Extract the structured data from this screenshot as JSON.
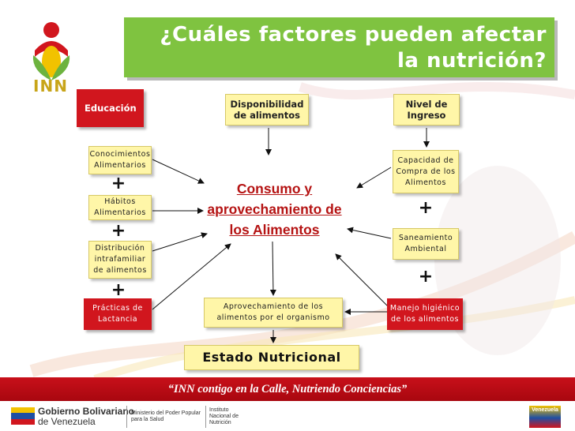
{
  "title": "¿Cuáles factores pueden afectar la nutrición?",
  "logo_text": "INN",
  "top_boxes": {
    "educacion": "Educación",
    "disponibilidad": "Disponibilidad de alimentos",
    "nivel_ingreso": "Nivel de Ingreso"
  },
  "left_items": [
    "Conocimientos Alimentarios",
    "Hábitos Alimentarios",
    "Distribución intrafamiliar de alimentos",
    "Prácticas de Lactancia"
  ],
  "right_items": [
    "Capacidad de Compra de los Alimentos",
    "Saneamiento Ambiental",
    "Manejo higiénico de los alimentos"
  ],
  "plus_sign": "+",
  "center": "Consumo y aprovechamiento de los Alimentos",
  "aprovechamiento": "Aprovechamiento de los alimentos por el organismo",
  "estado_nutricional": "Estado Nutricional",
  "banner": "“INN contigo en la Calle, Nutriendo Conciencias”",
  "footer": {
    "gobierno_line1": "Gobierno Bolivariano",
    "gobierno_line2": "de Venezuela",
    "ministerio": "Ministerio del Poder Popular para la Salud",
    "instituto": "Instituto Nacional de Nutrición",
    "right_badge": "Venezuela"
  },
  "colors": {
    "title_bg": "#7fc340",
    "red": "#d1161e",
    "yellow": "#fff6a8",
    "center_text": "#b51313"
  }
}
